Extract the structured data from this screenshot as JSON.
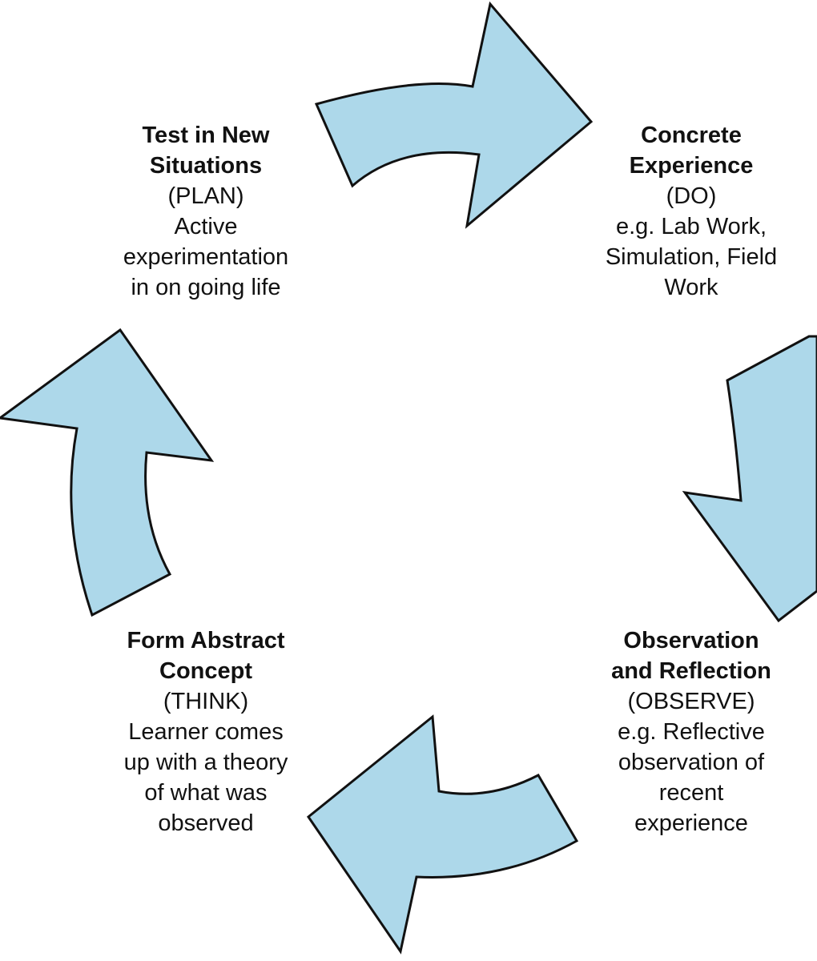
{
  "stages": {
    "test": {
      "title": [
        "Test in New",
        "Situations"
      ],
      "lines": [
        "(PLAN)",
        "Active",
        "experimentation",
        "in on going life"
      ]
    },
    "concrete": {
      "title": [
        "Concrete",
        "Experience"
      ],
      "lines": [
        "(DO)",
        "e.g. Lab Work,",
        "Simulation, Field",
        "Work"
      ]
    },
    "abstract": {
      "title": [
        "Form Abstract",
        "Concept"
      ],
      "lines": [
        "(THINK)",
        "Learner comes",
        "up with a theory",
        "of what was",
        "observed"
      ]
    },
    "observation": {
      "title": [
        "Observation",
        "and Reflection"
      ],
      "lines": [
        "(OBSERVE)",
        "e.g. Reflective",
        "observation of",
        "recent",
        "experience"
      ]
    }
  },
  "colors": {
    "arrow_fill": "#add8ea",
    "arrow_stroke": "#111111",
    "text": "#111111"
  }
}
